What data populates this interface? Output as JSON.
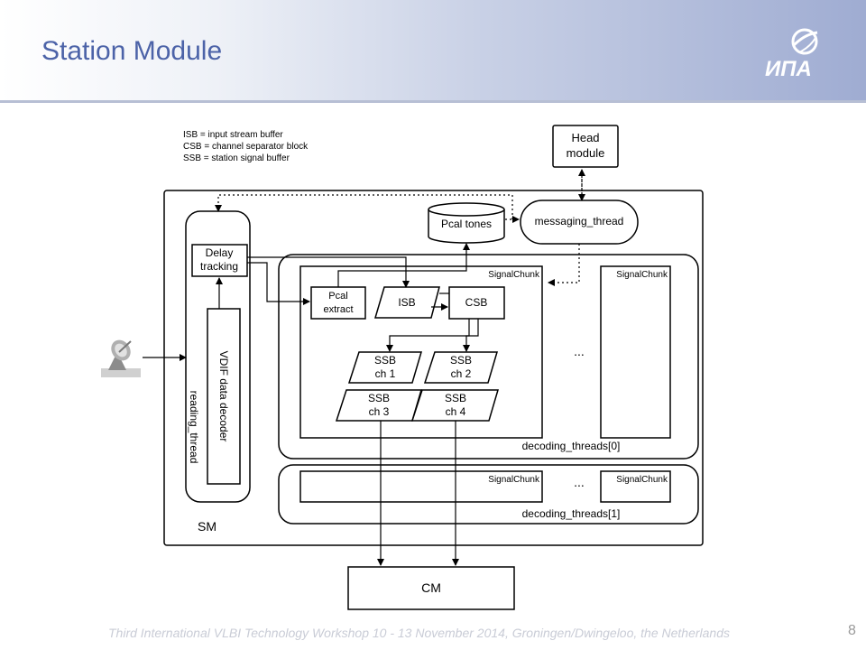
{
  "slide": {
    "title": "Station Module",
    "footer": "Third International VLBI Technology Workshop 10 - 13 November 2014, Groningen/Dwingeloo, the Netherlands",
    "page_number": "8",
    "logo_text": "ИПА"
  },
  "diagram": {
    "legend": [
      "ISB = input stream buffer",
      "CSB = channel separator block",
      "SSB = station signal buffer"
    ],
    "head_module": [
      "Head",
      "module"
    ],
    "messaging_thread": "messaging_thread",
    "pcal_tones": "Pcal tones",
    "delay_tracking": [
      "Delay",
      "tracking"
    ],
    "vdif_decoder": "VDIF data decoder",
    "reading_thread": "reading_thread",
    "sm": "SM",
    "pcal_extract": [
      "Pcal",
      "extract"
    ],
    "isb": "ISB",
    "csb": "CSB",
    "ssb": [
      [
        "SSB",
        "ch 1"
      ],
      [
        "SSB",
        "ch 2"
      ],
      [
        "SSB",
        "ch 3"
      ],
      [
        "SSB",
        "ch 4"
      ]
    ],
    "signal_chunk": "SignalChunk",
    "ellipsis": "...",
    "decoding_threads_0": "decoding_threads[0]",
    "decoding_threads_1": "decoding_threads[1]",
    "cm": "CM"
  }
}
